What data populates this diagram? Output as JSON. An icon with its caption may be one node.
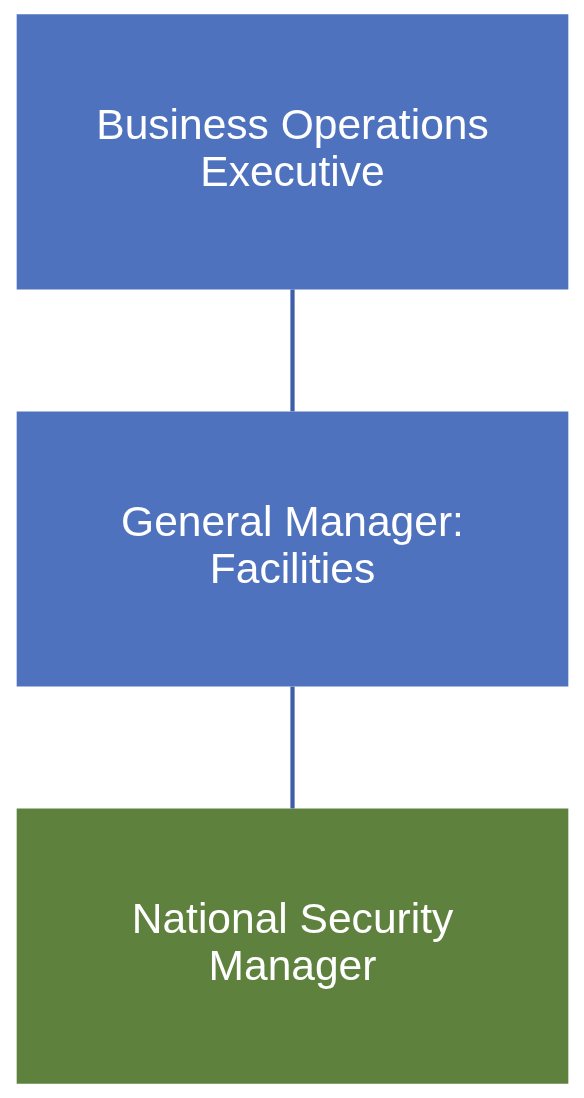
{
  "diagram": {
    "nodes": [
      {
        "text": [
          "Business Operations Executive"
        ]
      },
      {
        "text": [
          "General Manager: Facilities"
        ]
      },
      {
        "text": [
          "National Security Manager"
        ]
      }
    ],
    "edges": [
      {
        "from": 0,
        "to": 1,
        "arrow": "none"
      },
      {
        "from": 1,
        "to": 2,
        "arrow": "none"
      }
    ]
  }
}
